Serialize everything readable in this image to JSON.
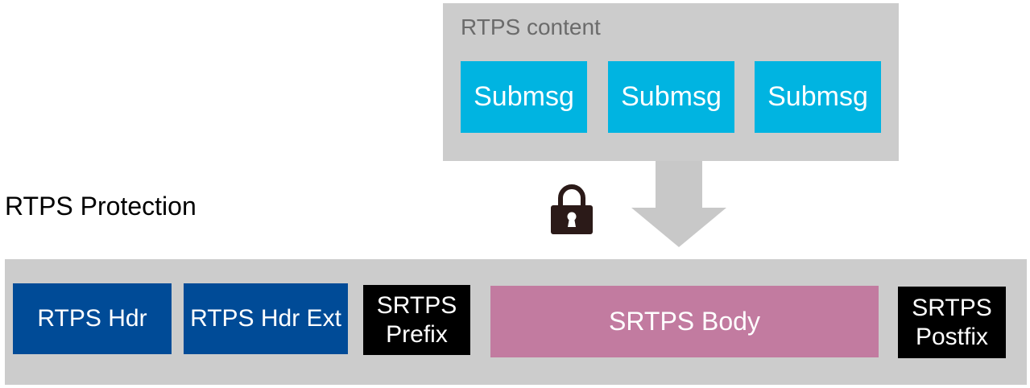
{
  "content_panel": {
    "label": "RTPS content",
    "submessages": [
      "Submsg",
      "Submsg",
      "Submsg"
    ]
  },
  "protection": {
    "label": "RTPS Protection",
    "blocks": {
      "rtps_hdr": "RTPS Hdr",
      "rtps_hdr_ext": "RTPS Hdr Ext",
      "srtps_prefix_line1": "SRTPS",
      "srtps_prefix_line2": "Prefix",
      "srtps_body": "SRTPS Body",
      "srtps_postfix_line1": "SRTPS",
      "srtps_postfix_line2": "Postfix"
    }
  },
  "icons": {
    "lock": "lock-icon",
    "arrow": "down-arrow-icon"
  },
  "colors": {
    "panel_gray": "#cccccc",
    "submsg_cyan": "#00b4e1",
    "header_blue": "#004b97",
    "srtps_black": "#000000",
    "body_pink": "#c27ba0",
    "lock_dark": "#2b1a18",
    "content_label_gray": "#6b6b6b"
  }
}
